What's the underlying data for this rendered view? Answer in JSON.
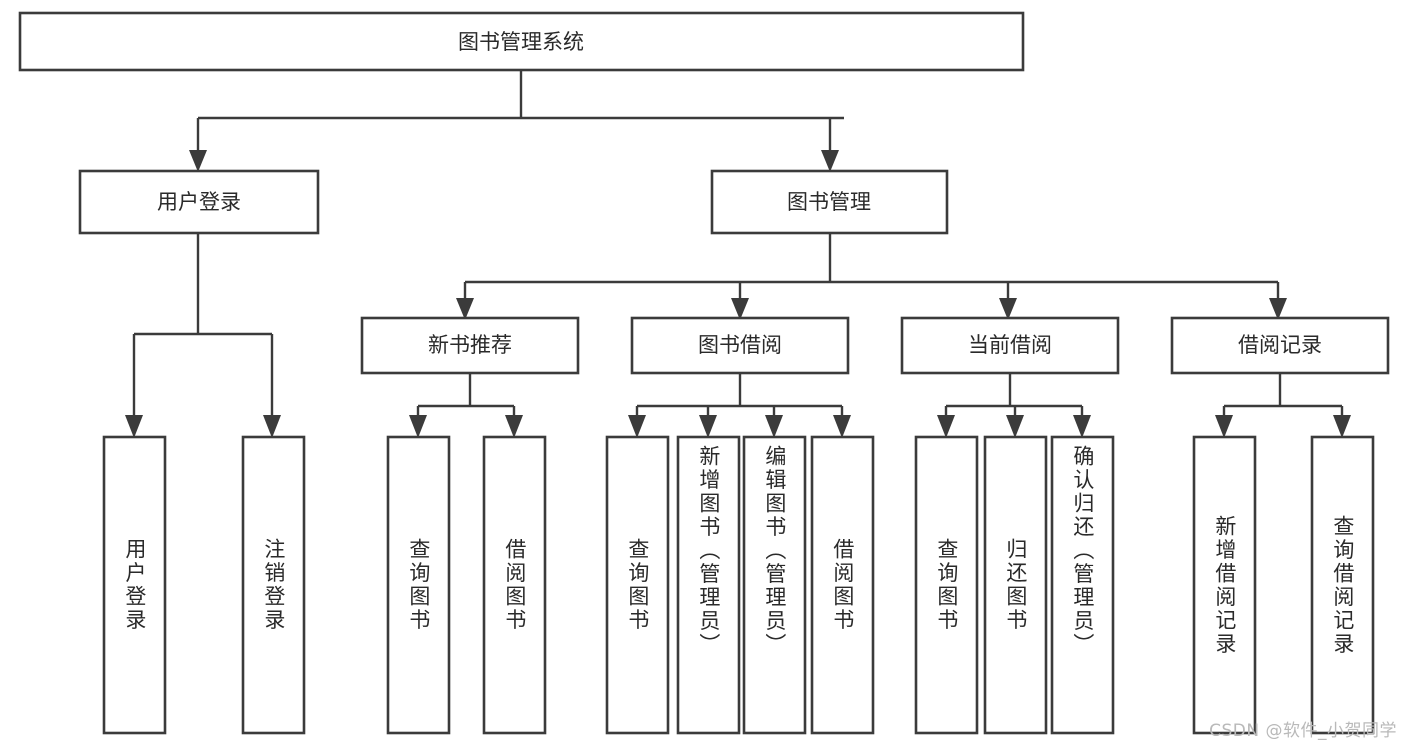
{
  "diagram": {
    "type": "tree",
    "title": "图书管理系统",
    "orientation": "top-down",
    "theme": {
      "background": "#ffffff",
      "box_fill": "#ffffff",
      "box_stroke": "#3b3b3b",
      "text_color": "#2a2a2a",
      "watermark_color": "#b9b9b9"
    },
    "root": {
      "label": "图书管理系统"
    },
    "level1": [
      {
        "id": "user-login",
        "label": "用户登录"
      },
      {
        "id": "book-manage",
        "label": "图书管理"
      }
    ],
    "level2": [
      {
        "id": "new-book-recommend",
        "label": "新书推荐",
        "parent": "book-manage"
      },
      {
        "id": "book-borrow",
        "label": "图书借阅",
        "parent": "book-manage"
      },
      {
        "id": "current-borrow",
        "label": "当前借阅",
        "parent": "book-manage"
      },
      {
        "id": "borrow-record",
        "label": "借阅记录",
        "parent": "book-manage"
      }
    ],
    "leaves": [
      {
        "id": "leaf-user-login",
        "label": "用户登录",
        "parent": "user-login"
      },
      {
        "id": "leaf-user-logout",
        "label": "注销登录",
        "parent": "user-login"
      },
      {
        "id": "leaf-query-book-1",
        "label": "查询图书",
        "parent": "new-book-recommend"
      },
      {
        "id": "leaf-borrow-book-1",
        "label": "借阅图书",
        "parent": "new-book-recommend"
      },
      {
        "id": "leaf-query-book-2",
        "label": "查询图书",
        "parent": "book-borrow"
      },
      {
        "id": "leaf-add-book",
        "label": "新增图书（管理员）",
        "parent": "book-borrow"
      },
      {
        "id": "leaf-edit-book",
        "label": "编辑图书（管理员）",
        "parent": "book-borrow"
      },
      {
        "id": "leaf-borrow-book-2",
        "label": "借阅图书",
        "parent": "book-borrow"
      },
      {
        "id": "leaf-query-book-3",
        "label": "查询图书",
        "parent": "current-borrow"
      },
      {
        "id": "leaf-return-book",
        "label": "归还图书",
        "parent": "current-borrow"
      },
      {
        "id": "leaf-confirm-return",
        "label": "确认归还（管理员）",
        "parent": "current-borrow"
      },
      {
        "id": "leaf-add-record",
        "label": "新增借阅记录",
        "parent": "borrow-record"
      },
      {
        "id": "leaf-query-record",
        "label": "查询借阅记录",
        "parent": "borrow-record"
      }
    ]
  },
  "watermark": {
    "text": "CSDN @软件_小贺同学"
  }
}
